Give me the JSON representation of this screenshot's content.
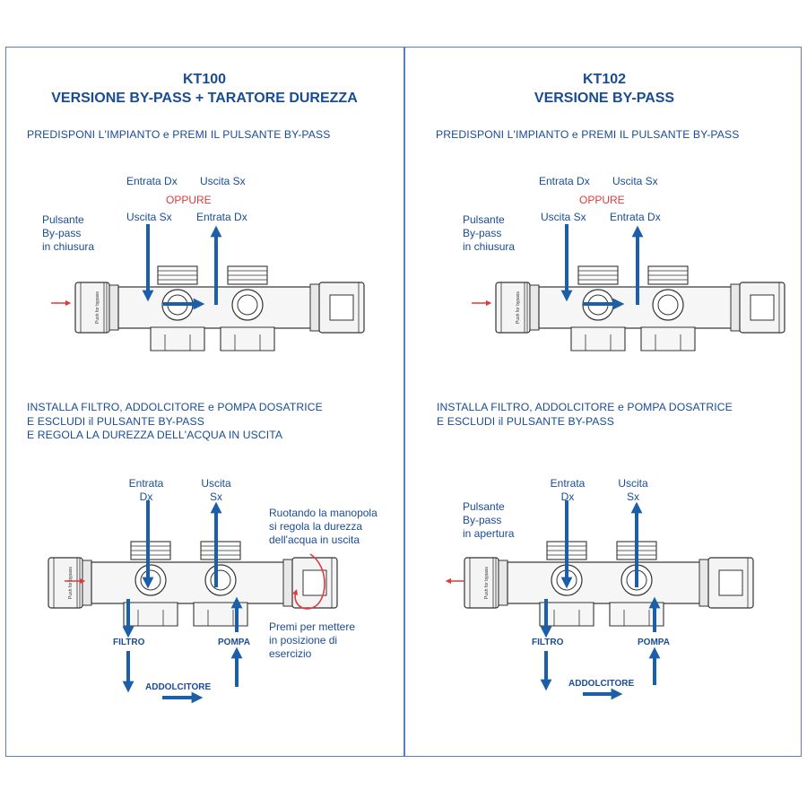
{
  "colors": {
    "blue": "#1a4b95",
    "arrow": "#1b5fa8",
    "red": "#e03a3a",
    "border": "#5b7fb4"
  },
  "left": {
    "title_line1": "KT100",
    "title_line2": "VERSIONE BY-PASS + TARATORE DUREZZA",
    "step1": "PREDISPONI L'IMPIANTO e PREMI IL PULSANTE BY-PASS",
    "top_entrata": "Entrata Dx",
    "top_uscita": "Uscita Sx",
    "oppure": "OPPURE",
    "bottom_uscita": "Uscita Sx",
    "bottom_entrata": "Entrata Dx",
    "pulsante_1": "Pulsante",
    "pulsante_2": "By-pass",
    "pulsante_3": "in chiusura",
    "step2_line1": "INSTALLA FILTRO, ADDOLCITORE e POMPA DOSATRICE",
    "step2_line2": "E ESCLUDI il PULSANTE BY-PASS",
    "step2_line3": "E REGOLA LA DUREZZA DELL'ACQUA IN USCITA",
    "entrata_1": "Entrata",
    "entrata_2": "Dx",
    "uscita_1": "Uscita",
    "uscita_2": "Sx",
    "ruotando_1": "Ruotando la manopola",
    "ruotando_2": "si regola la durezza",
    "ruotando_3": "dell'acqua in uscita",
    "premi_1": "Premi per mettere",
    "premi_2": "in posizione di",
    "premi_3": "esercizio",
    "filtro": "FILTRO",
    "pompa": "POMPA",
    "addolcitore": "ADDOLCITORE",
    "push": "Push for bypass"
  },
  "right": {
    "title_line1": "KT102",
    "title_line2": "VERSIONE BY-PASS",
    "step1": "PREDISPONI L'IMPIANTO e PREMI IL PULSANTE BY-PASS",
    "top_entrata": "Entrata Dx",
    "top_uscita": "Uscita Sx",
    "oppure": "OPPURE",
    "bottom_uscita": "Uscita Sx",
    "bottom_entrata": "Entrata Dx",
    "pulsante_1": "Pulsante",
    "pulsante_2": "By-pass",
    "pulsante_3": "in chiusura",
    "step2_line1": "INSTALLA FILTRO, ADDOLCITORE e POMPA DOSATRICE",
    "step2_line2": "E ESCLUDI il PULSANTE BY-PASS",
    "entrata_1": "Entrata",
    "entrata_2": "Dx",
    "uscita_1": "Uscita",
    "uscita_2": "Sx",
    "apertura_1": "Pulsante",
    "apertura_2": "By-pass",
    "apertura_3": "in apertura",
    "filtro": "FILTRO",
    "pompa": "POMPA",
    "addolcitore": "ADDOLCITORE",
    "push": "Push for bypass"
  }
}
